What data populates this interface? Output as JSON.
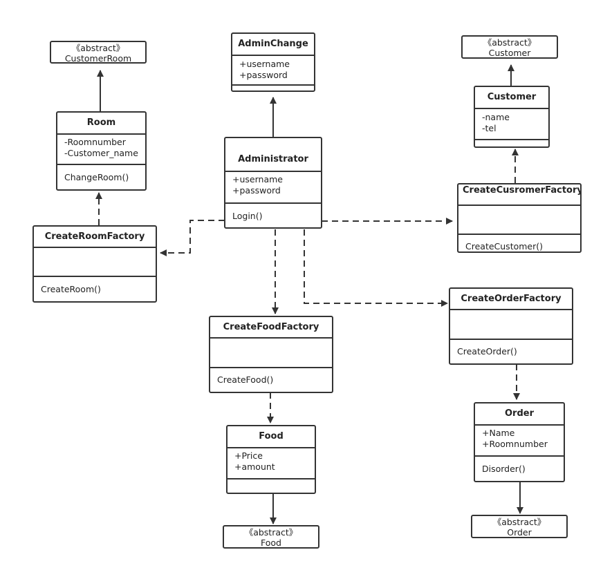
{
  "abstracts": {
    "customer_room": {
      "stereotype": "《abstract》",
      "name": "CustomerRoom"
    },
    "customer": {
      "stereotype": "《abstract》",
      "name": "Customer"
    },
    "food": {
      "stereotype": "《abstract》",
      "name": "Food"
    },
    "order": {
      "stereotype": "《abstract》",
      "name": "Order"
    }
  },
  "classes": {
    "room": {
      "name": "Room",
      "attributes": [
        "-Roomnumber",
        "-Customer_name"
      ],
      "methods": [
        "ChangeRoom()"
      ]
    },
    "admin_change": {
      "name": "AdminChange",
      "attributes": [
        "+username",
        "+password"
      ],
      "methods": []
    },
    "customer": {
      "name": "Customer",
      "attributes": [
        "-name",
        "-tel"
      ],
      "methods": []
    },
    "administrator": {
      "name": "Administrator",
      "attributes": [
        "+username",
        "+password"
      ],
      "methods": [
        "Login()"
      ]
    },
    "create_customer_factory": {
      "name": "CreateCusromerFactory",
      "attributes": [],
      "methods": [
        "CreateCustomer()"
      ]
    },
    "create_room_factory": {
      "name": "CreateRoomFactory",
      "attributes": [],
      "methods": [
        "CreateRoom()"
      ]
    },
    "create_order_factory": {
      "name": "CreateOrderFactory",
      "attributes": [],
      "methods": [
        "CreateOrder()"
      ]
    },
    "create_food_factory": {
      "name": "CreateFoodFactory",
      "attributes": [],
      "methods": [
        "CreateFood()"
      ]
    },
    "food": {
      "name": "Food",
      "attributes": [
        "+Price",
        "+amount"
      ],
      "methods": []
    },
    "order": {
      "name": "Order",
      "attributes": [
        "+Name",
        "+Roomnumber"
      ],
      "methods": [
        "Disorder()"
      ]
    }
  },
  "colors": {
    "line": "#333333",
    "background": "#ffffff"
  }
}
